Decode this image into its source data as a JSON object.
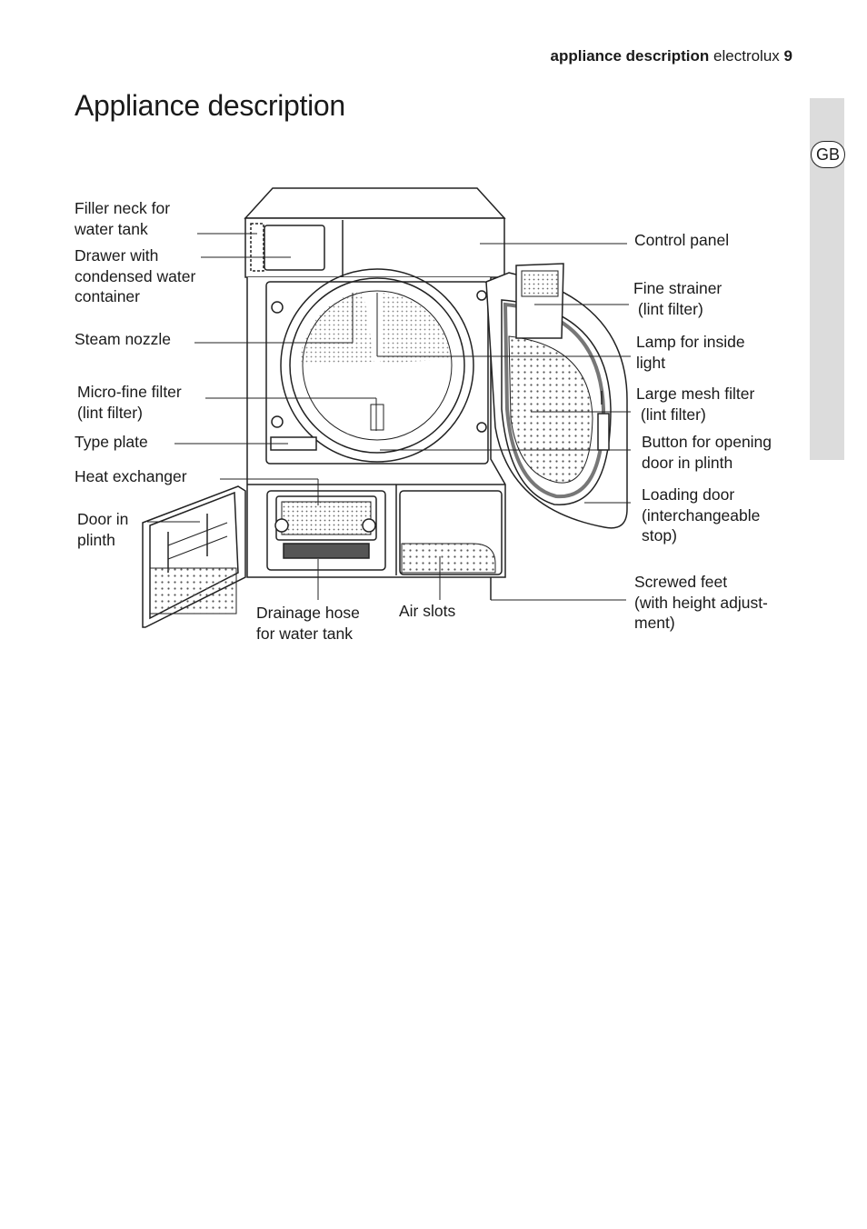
{
  "header": {
    "section": "appliance description",
    "brand": "electrolux",
    "page_number": "9"
  },
  "title": "Appliance description",
  "language_tab": "GB",
  "labels": {
    "filler_neck": [
      "Filler neck for",
      "water tank"
    ],
    "drawer": [
      "Drawer with",
      "condensed water",
      "container"
    ],
    "steam_nozzle": [
      "Steam nozzle"
    ],
    "micro_filter": [
      "Micro-fine filter",
      "(lint filter)"
    ],
    "type_plate": [
      "Type plate"
    ],
    "heat_exchanger": [
      "Heat exchanger"
    ],
    "door_plinth": [
      "Door in",
      "plinth"
    ],
    "drainage_hose": [
      "Drainage hose",
      "for water tank"
    ],
    "air_slots": [
      "Air slots"
    ],
    "control_panel": [
      "Control panel"
    ],
    "fine_strainer": [
      "Fine strainer",
      " (lint filter)"
    ],
    "lamp": [
      "Lamp for inside",
      "light"
    ],
    "large_mesh": [
      "Large mesh filter",
      " (lint filter)"
    ],
    "button_door": [
      "Button for opening",
      "door in plinth"
    ],
    "loading_door": [
      "Loading door",
      "(interchangeable",
      "stop)"
    ],
    "screwed_feet": [
      "Screwed feet",
      "(with height adjust-",
      "ment)"
    ]
  }
}
